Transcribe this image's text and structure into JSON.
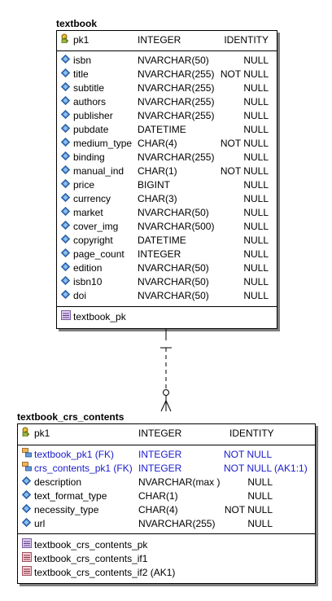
{
  "colors": {
    "fk_text": "#1a1acc",
    "shadow": "#7f7f7f",
    "diamond": "#3a78c8"
  },
  "textbook": {
    "title": "textbook",
    "pk_row": {
      "name": "pk1",
      "type": "INTEGER",
      "null": "IDENTITY"
    },
    "columns": [
      {
        "name": "isbn",
        "type": "NVARCHAR(50)",
        "null": "NULL"
      },
      {
        "name": "title",
        "type": "NVARCHAR(255)",
        "null": "NOT NULL"
      },
      {
        "name": "subtitle",
        "type": "NVARCHAR(255)",
        "null": "NULL"
      },
      {
        "name": "authors",
        "type": "NVARCHAR(255)",
        "null": "NULL"
      },
      {
        "name": "publisher",
        "type": "NVARCHAR(255)",
        "null": "NULL"
      },
      {
        "name": "pubdate",
        "type": "DATETIME",
        "null": "NULL"
      },
      {
        "name": "medium_type",
        "type": "CHAR(4)",
        "null": "NOT NULL"
      },
      {
        "name": "binding",
        "type": "NVARCHAR(255)",
        "null": "NULL"
      },
      {
        "name": "manual_ind",
        "type": "CHAR(1)",
        "null": "NOT NULL"
      },
      {
        "name": "price",
        "type": "BIGINT",
        "null": "NULL"
      },
      {
        "name": "currency",
        "type": "CHAR(3)",
        "null": "NULL"
      },
      {
        "name": "market",
        "type": "NVARCHAR(50)",
        "null": "NULL"
      },
      {
        "name": "cover_img",
        "type": "NVARCHAR(500)",
        "null": "NULL"
      },
      {
        "name": "copyright",
        "type": "DATETIME",
        "null": "NULL"
      },
      {
        "name": "page_count",
        "type": "INTEGER",
        "null": "NULL"
      },
      {
        "name": "edition",
        "type": "NVARCHAR(50)",
        "null": "NULL"
      },
      {
        "name": "isbn10",
        "type": "NVARCHAR(50)",
        "null": "NULL"
      },
      {
        "name": "doi",
        "type": "NVARCHAR(50)",
        "null": "NULL"
      }
    ],
    "indexes": [
      "textbook_pk"
    ]
  },
  "textbook_crs_contents": {
    "title": "textbook_crs_contents",
    "pk_row": {
      "name": "pk1",
      "type": "INTEGER",
      "null": "IDENTITY"
    },
    "columns": [
      {
        "name": "textbook_pk1 (FK)",
        "type": "INTEGER",
        "null": "NOT NULL",
        "fk": true
      },
      {
        "name": "crs_contents_pk1 (FK)",
        "type": "INTEGER",
        "null": "NOT NULL (AK1:1)",
        "fk": true
      },
      {
        "name": "description",
        "type": "NVARCHAR(max )",
        "null": "NULL"
      },
      {
        "name": "text_format_type",
        "type": "CHAR(1)",
        "null": "NULL"
      },
      {
        "name": "necessity_type",
        "type": "CHAR(4)",
        "null": "NOT NULL"
      },
      {
        "name": "url",
        "type": "NVARCHAR(255)",
        "null": "NULL"
      }
    ],
    "indexes": [
      "textbook_crs_contents_pk",
      "textbook_crs_contents_if1",
      "textbook_crs_contents_if2 (AK1)"
    ]
  }
}
